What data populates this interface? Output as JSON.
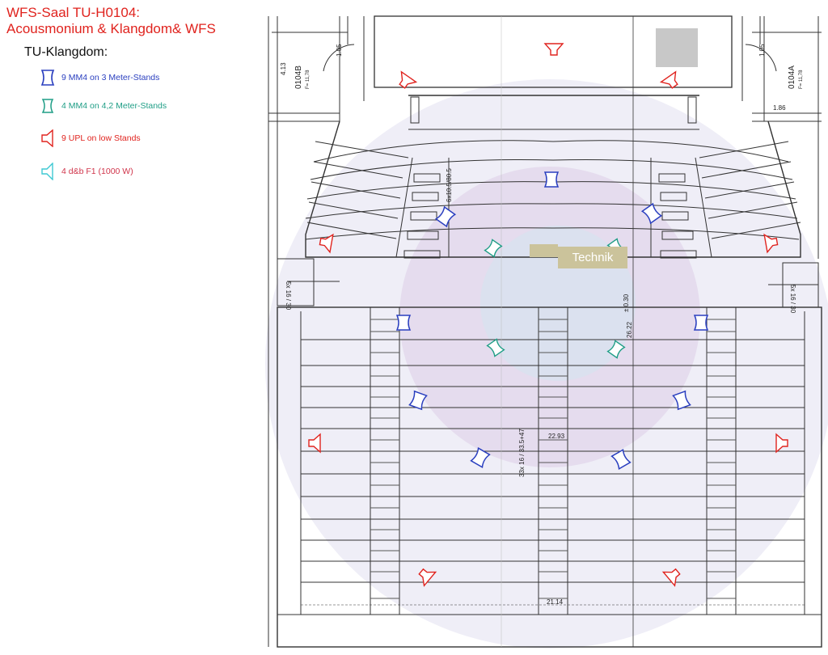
{
  "header": {
    "title_line1": "WFS-Saal TU-H0104:",
    "title_line2": "Acousmonium & Klangdom& WFS",
    "subtitle": "TU-Klangdom:"
  },
  "legend": [
    {
      "label": "9 MM4 on 3 Meter-Stands",
      "color": "#2a3fbf",
      "icon": "speaker-mm4-icon"
    },
    {
      "label": "4 MM4 on 4,2 Meter-Stands",
      "color": "#1f9e86",
      "icon": "speaker-mm4-icon"
    },
    {
      "label": "9 UPL on low Stands",
      "color": "#e0231e",
      "icon": "speaker-upl-icon"
    },
    {
      "label": "4 d&b F1 (1000 W)",
      "color": "#3fc9d3",
      "icon": "speaker-f1-icon"
    }
  ],
  "labels": {
    "technik": "Technik",
    "room_left": "0104B",
    "room_left_sub": "F= 11,78",
    "room_right": "0104A",
    "room_right_sub": "F= 11,78",
    "dim_left_side": "4.13",
    "dim_top_left": "1.05",
    "dim_top_right": "1.05",
    "dim_right_small": "1.86",
    "stair_left": "5x 16 / 30",
    "stair_right": "5x 16 / 30",
    "upper_rows": "6x10.5/80.5",
    "lower_rows": "33x 16 / 33.5+47",
    "width_mid": "22.93",
    "width_bottom": "21.14",
    "length": "26.22",
    "level": "± 0.30"
  }
}
